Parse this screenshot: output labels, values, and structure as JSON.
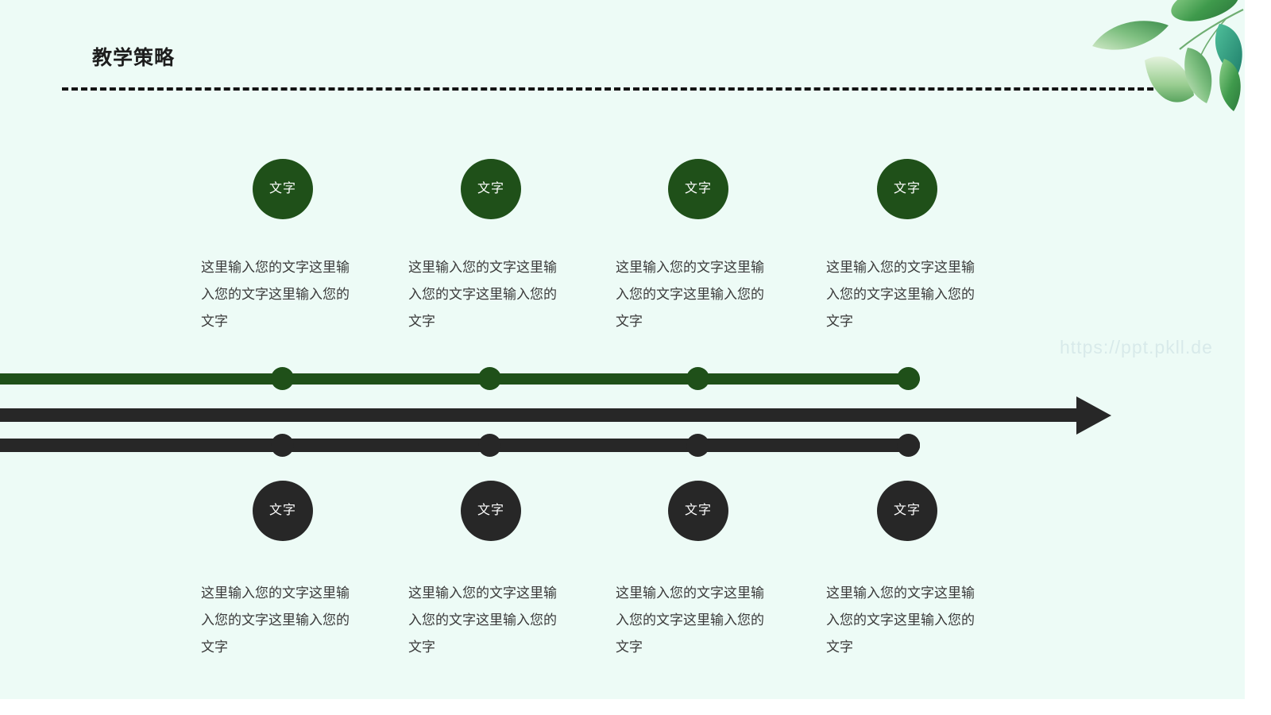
{
  "slide": {
    "title": "教学策略",
    "background_color": "#edfbf6",
    "accent_green": "#1f5019",
    "accent_dark": "#272727",
    "watermark": "https://ppt.pkll.de"
  },
  "decoration": {
    "leaves_label": "watercolor-leaves"
  },
  "timeline": {
    "top_track": {
      "color": "#1f5019",
      "nodes": [
        {
          "badge": "文字",
          "text": "这里输入您的文字这里输入您的文字这里输入您的文字"
        },
        {
          "badge": "文字",
          "text": "这里输入您的文字这里输入您的文字这里输入您的文字"
        },
        {
          "badge": "文字",
          "text": "这里输入您的文字这里输入您的文字这里输入您的文字"
        },
        {
          "badge": "文字",
          "text": "这里输入您的文字这里输入您的文字这里输入您的文字"
        }
      ]
    },
    "bottom_track": {
      "color": "#272727",
      "nodes": [
        {
          "badge": "文字",
          "text": "这里输入您的文字这里输入您的文字这里输入您的文字"
        },
        {
          "badge": "文字",
          "text": "这里输入您的文字这里输入您的文字这里输入您的文字"
        },
        {
          "badge": "文字",
          "text": "这里输入您的文字这里输入您的文字这里输入您的文字"
        },
        {
          "badge": "文字",
          "text": "这里输入您的文字这里输入您的文字这里输入您的文字"
        }
      ]
    }
  }
}
